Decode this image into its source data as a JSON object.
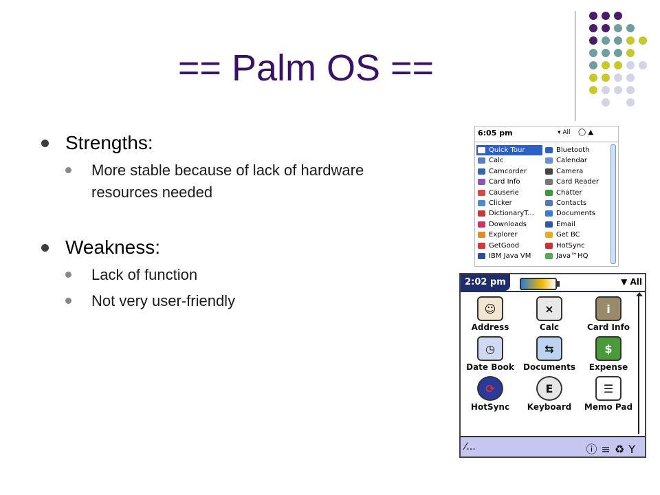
{
  "slide": {
    "title": "== Palm OS ==",
    "strengths_heading": "Strengths:",
    "strengths": [
      "More stable because of lack of hardware resources needed"
    ],
    "weakness_heading": "Weakness:",
    "weaknesses": [
      "Lack of function",
      "Not very user-friendly"
    ]
  },
  "colors": {
    "title": "#3b1067",
    "dot_purple": "#4a1a6b",
    "dot_teal": "#6f9ea0",
    "dot_yellow": "#c8c82a",
    "dot_lavender": "#d4d4e8"
  },
  "palm_list": {
    "time": "6:05 pm",
    "category": "All",
    "left_column": [
      "Quick Tour",
      "Calc",
      "Camcorder",
      "Card Info",
      "Causerie",
      "Clicker",
      "DictionaryT...",
      "Downloads",
      "Explorer",
      "GetGood",
      "IBM Java VM"
    ],
    "right_column": [
      "Bluetooth",
      "Calendar",
      "Camera",
      "Card Reader",
      "Chatter",
      "Contacts",
      "Documents",
      "Email",
      "Get BC",
      "HotSync",
      "Java™HQ"
    ]
  },
  "palm_launcher": {
    "time": "2:02 pm",
    "category": "All",
    "apps": [
      "Address",
      "Calc",
      "Card Info",
      "Date Book",
      "Documents",
      "Expense",
      "HotSync",
      "Keyboard",
      "Memo Pad"
    ],
    "bottom_text": "..."
  }
}
